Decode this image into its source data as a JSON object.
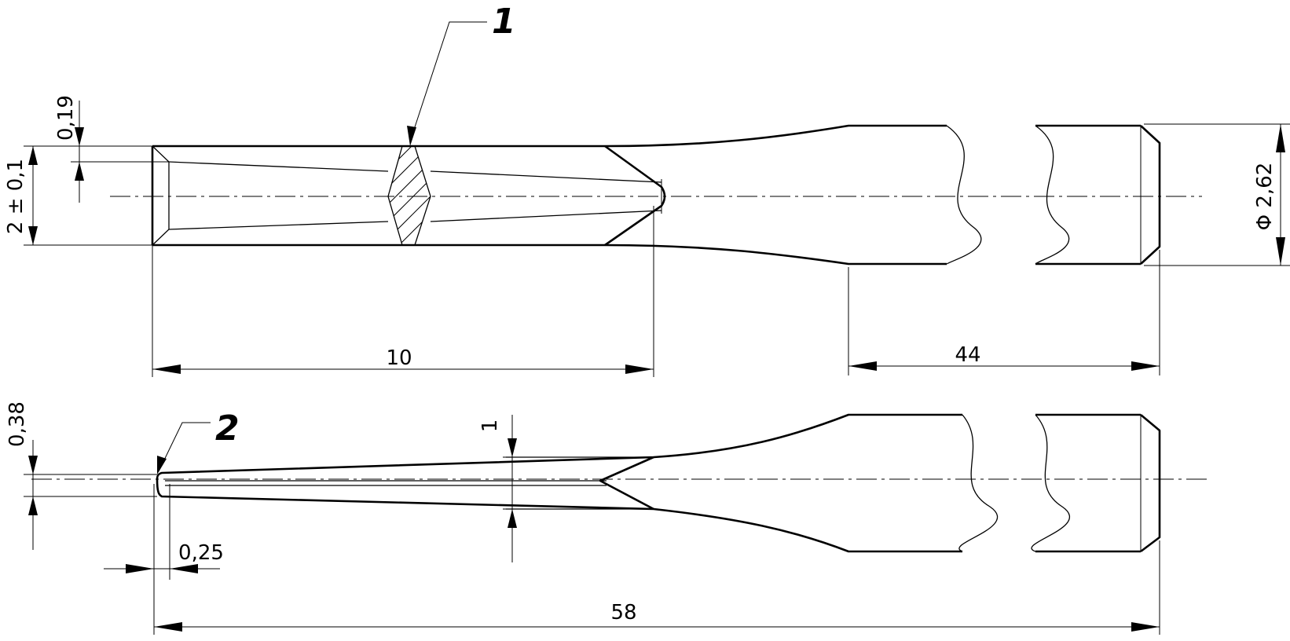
{
  "callouts": [
    {
      "id": "callout-1",
      "text": "1"
    },
    {
      "id": "callout-2",
      "text": "2"
    }
  ],
  "dimensions": {
    "top_small_offset": "0,19",
    "top_width": "2 ± 0,1",
    "top_length_10": "10",
    "top_length_44": "44",
    "top_diameter": "Φ 2,62",
    "bottom_thickness": "0,38",
    "bottom_tip": "0,25",
    "bottom_taper": "1",
    "bottom_total_length": "58"
  }
}
